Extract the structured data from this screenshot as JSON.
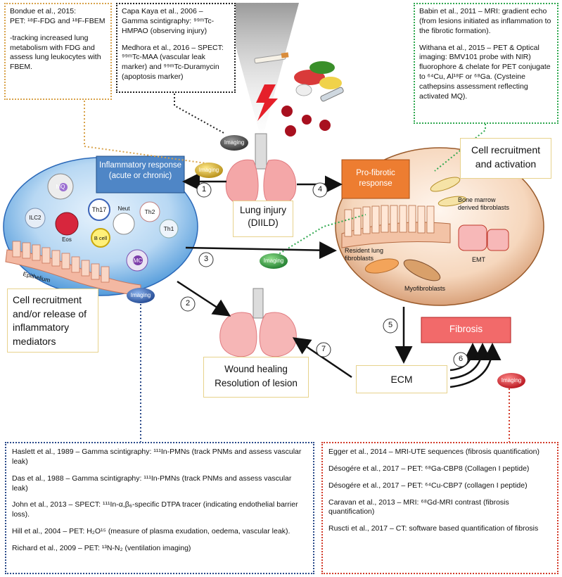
{
  "boxes": {
    "bondue": {
      "p1": "Bondue et al., 2015:\nPET: ¹⁸F-FDG and ¹⁸F-FBEM",
      "p2": "-tracking increased lung metabolism with FDG and assess lung leukocytes with FBEM."
    },
    "capa": {
      "p1": "Capa Kaya et al., 2006 – Gamma scintigraphy: ⁹⁹ᵐTc-HMPAO (observing injury)",
      "p2": "Medhora et al., 2016 – SPECT: ⁹⁹ᵐTc-MAA (vascular leak marker) and ⁹⁹ᵐTc-Duramycin (apoptosis marker)"
    },
    "babin": {
      "p1": "Babin et al., 2011 – MRI: gradient echo (from  lesions initiated as inflammation to the fibrotic formation).",
      "p2": "Withana et al., 2015 – PET & Optical imaging:  BMV101 probe with NIR) fluorophore & chelate for PET conjugate to ⁶⁴Cu, Al¹⁸F or ⁶⁸Ga. (Cysteine cathepsins assessment reflecting activated MQ)."
    },
    "bottom_left": [
      "Haslett et al., 1989 – Gamma scintigraphy: ¹¹¹In-PMNs (track PNMs and assess vascular leak)",
      "Das et al., 1988 – Gamma scintigraphy: ¹¹¹In-PMNs (track PNMs and assess vascular leak)",
      "John et al., 2013 – SPECT: ¹¹¹In-α,β₆-specific DTPA tracer (indicating endothelial barrier loss).",
      "Hill et al., 2004 – PET: H₂O¹⁵ (measure of plasma exudation, oedema, vascular leak).",
      "Richard et al., 2009 – PET: ¹³N-N₂ (ventilation imaging)"
    ],
    "bottom_right": [
      "Egger et al., 2014 – MRI-UTE sequences (fibrosis quantification)",
      "Désogére et al., 2017 – PET: ⁶⁸Ga-CBP8 (Collagen I peptide)",
      "Désogére et al., 2017 – PET: ⁶⁴Cu-CBP7 (collagen I peptide)",
      "Caravan et al., 2013 – MRI: ⁶⁸Gd-MRI contrast (fibrosis quantification)",
      "Ruscti et al., 2017 – CT: software based quantification of fibrosis"
    ]
  },
  "labels": {
    "inflammatory": "Inflammatory response (acute or chronic)",
    "cell_release": "Cell recruitment and/or release of inflammatory mediators",
    "lung_injury_1": "Lung injury",
    "lung_injury_2": "(DIILD)",
    "cell_activation": "Cell recruitment and activation",
    "profibrotic_1": "Pro-fibrotic",
    "profibrotic_2": "response",
    "wound_1": "Wound healing",
    "wound_2": "Resolution of lesion",
    "ecm": "ECM",
    "fibrosis": "Fibrosis",
    "imaging": "Imaging",
    "cells": {
      "mq": "MQ",
      "ilc2": "ILC2",
      "eos": "Eos",
      "th17": "Th17",
      "neut": "Neut",
      "th2": "Th2",
      "th1": "Th1",
      "bcell": "B cell",
      "mc": "MC",
      "epithelium": "Epithelium"
    },
    "fib": {
      "bone": "Bone marrow",
      "derived": "derived fibroblasts",
      "resident1": "Resident lung",
      "resident2": "fibroblasts",
      "emt": "EMT",
      "myo": "Myofibroblasts"
    },
    "steps": [
      "1",
      "2",
      "3",
      "4",
      "5",
      "6",
      "7"
    ]
  },
  "colors": {
    "blue_header": "#4f86c6",
    "orange_header": "#ed7d31",
    "fibrosis_red": "#f26a6a",
    "lung_pink": "#f4a7a8",
    "imaging_gold": "#c9a227",
    "imaging_green": "#2e9d43",
    "imaging_blue": "#2f5aa6",
    "imaging_red": "#d8202a",
    "imaging_grey": "#555555"
  }
}
